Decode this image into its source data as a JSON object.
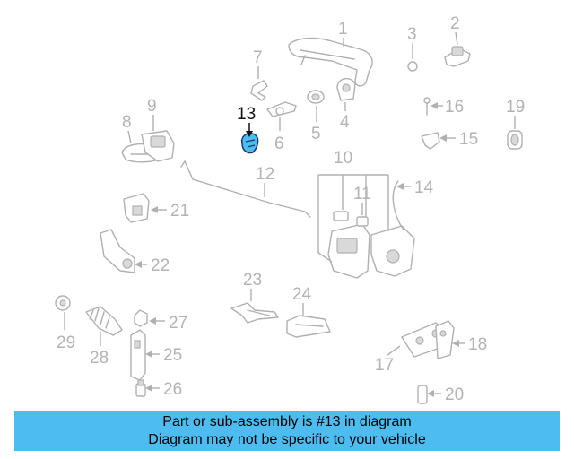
{
  "callouts": {
    "c1": "1",
    "c2": "2",
    "c3": "3",
    "c4": "4",
    "c5": "5",
    "c6": "6",
    "c7": "7",
    "c8": "8",
    "c9": "9",
    "c10": "10",
    "c11": "11",
    "c12": "12",
    "c13": "13",
    "c14": "14",
    "c15": "15",
    "c16": "16",
    "c17": "17",
    "c18": "18",
    "c19": "19",
    "c20": "20",
    "c21": "21",
    "c22": "22",
    "c23": "23",
    "c24": "24",
    "c25": "25",
    "c26": "26",
    "c27": "27",
    "c28": "28",
    "c29": "29"
  },
  "highlight": {
    "part_number": "13",
    "color": "#4dbcf0"
  },
  "banner": {
    "line1": "Part or sub-assembly is #13 in diagram",
    "line2": "Diagram may not be specific to your vehicle",
    "background": "#4dbcf0"
  }
}
